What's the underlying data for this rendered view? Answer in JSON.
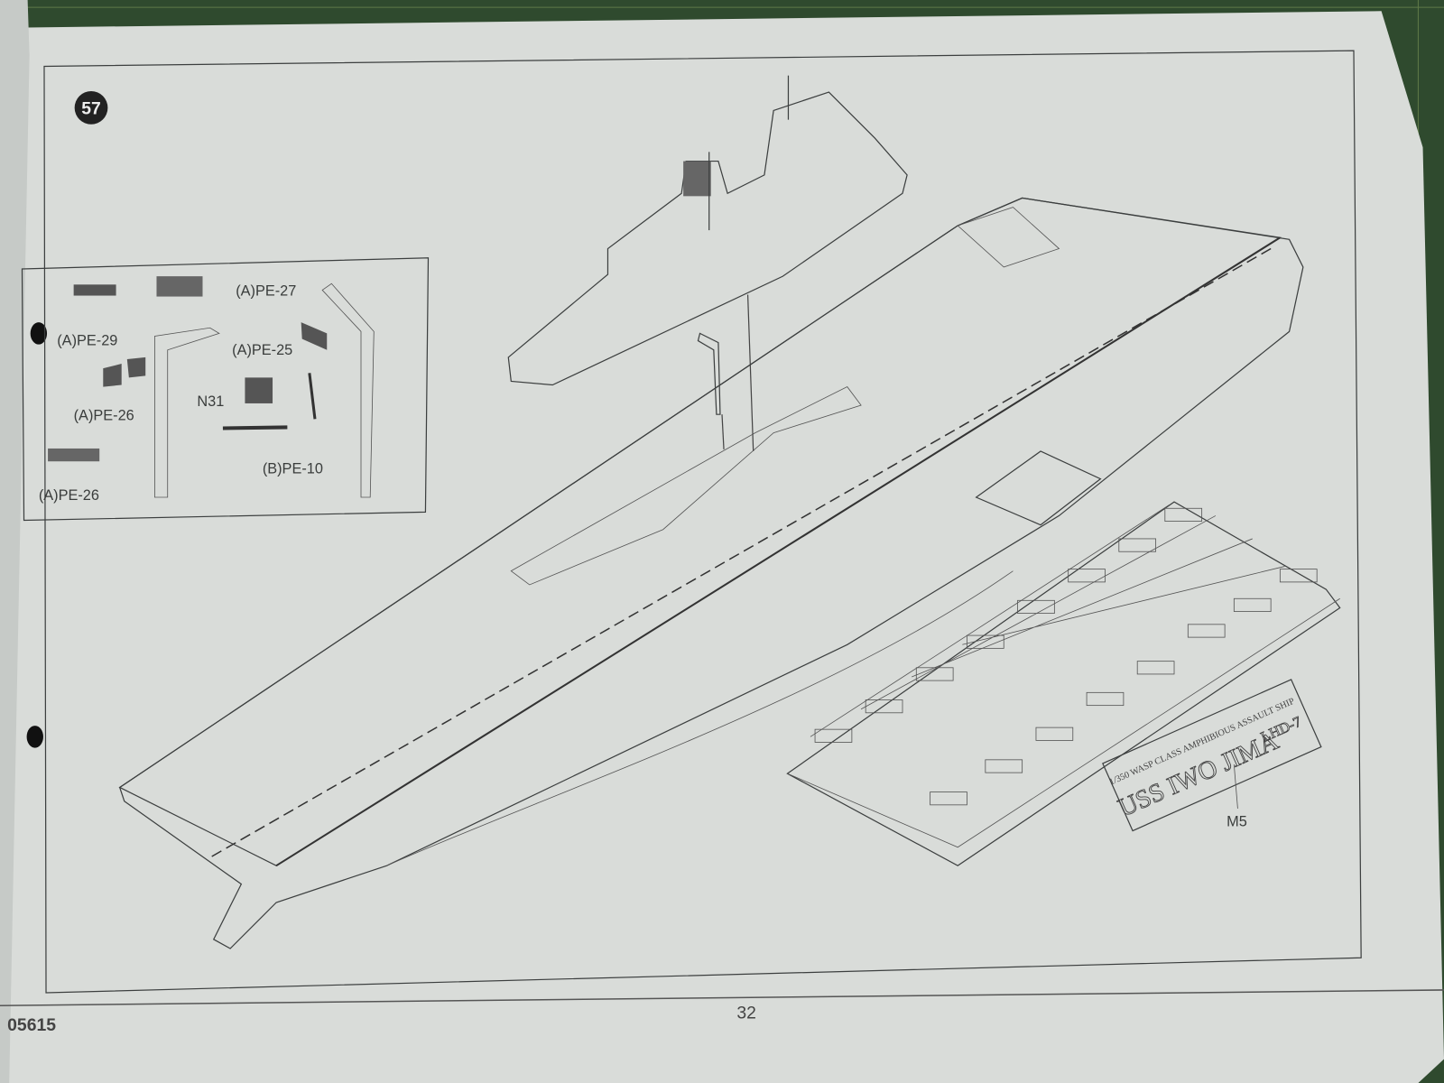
{
  "page": {
    "step_number": "57",
    "page_number": "32",
    "kit_number": "05615"
  },
  "inset": {
    "labels": [
      "(A)PE-27",
      "(A)PE-29",
      "(A)PE-25",
      "(A)PE-26",
      "N31",
      "(A)PE-26",
      "(B)PE-10"
    ]
  },
  "stand": {
    "part_label": "M5",
    "nameplate": {
      "scale_line": "1/350 WASP CLASS AMPHIBIOUS ASSAULT SHIP",
      "ship_name": "USS IWO JIMA",
      "hull_number": "LHD-7"
    }
  },
  "colors": {
    "mat": "#2f4a2e",
    "paper": "#d9dcd9",
    "ink": "#3c3f3f"
  }
}
